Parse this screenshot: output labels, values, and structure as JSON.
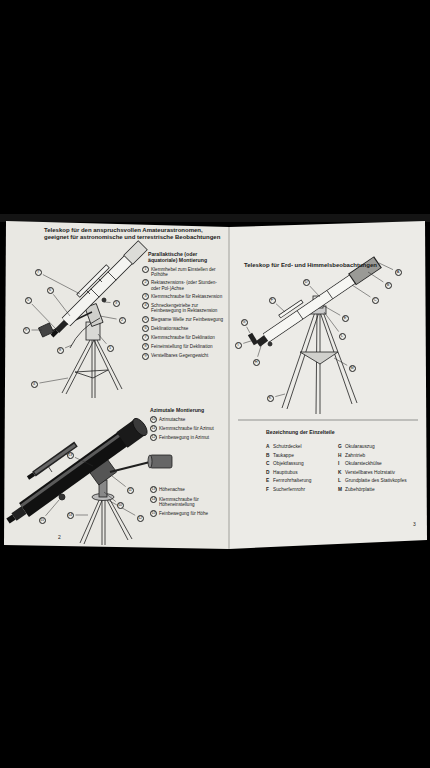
{
  "diagram": {
    "labels": [
      "Teleskop für den anspruchsvollen Amateurastronomen, geeignet für astronomische und terrestrische Beobachtungen",
      "Parallaktische (oder äquatoriale) Montierung",
      "1",
      "Klemmhebel zum Einstellen der Polhöhe",
      "2",
      "Rektaszensions- (oder Stunden- oder Pol-)Achse",
      "3",
      "Klemmschraube für Rektaszension",
      "4",
      "Schneckengetriebe zur Feinbewegung in Rektaszension",
      "5",
      "Biegsame Welle zur Feinbewegung",
      "6",
      "Deklinationsachse",
      "7",
      "Klemmschraube für Deklination",
      "8",
      "Feineinstellung für Deklination",
      "9",
      "Verstellbares Gegengewicht",
      "Azimutale Montierung",
      "10",
      "Azimutachse",
      "11",
      "Klemmschraube für Azimut",
      "12",
      "Feinbewegung in Azimut",
      "13",
      "Höhenachse",
      "14",
      "Klemmschraube für Höheneinstellung",
      "15",
      "Feinbewegung für Höhe",
      "2",
      "1",
      "2",
      "3",
      "4",
      "5",
      "6",
      "7",
      "8",
      "9",
      "10",
      "11",
      "12",
      "13",
      "14",
      "15",
      "Teleskop für Erd- und Himmelsbeobachtungen",
      "A",
      "B",
      "C",
      "D",
      "E",
      "F",
      "G",
      "H",
      "I",
      "K",
      "L",
      "M",
      "Bezeichnung der Einzelteile",
      "A",
      "Schutzdeckel",
      "B",
      "Taukappe",
      "C",
      "Objektfassung",
      "D",
      "Haupttubus",
      "E",
      "Fernrohrhalterung",
      "F",
      "Sucherfernrohr",
      "G",
      "Okularauszug",
      "H",
      "Zahntrieb",
      "I",
      "Okularsteckhülse",
      "K",
      "Verstellbares Holzstativ",
      "L",
      "Grundplatte des Stativkopfes",
      "M",
      "Zubehörplatte",
      "3"
    ]
  }
}
